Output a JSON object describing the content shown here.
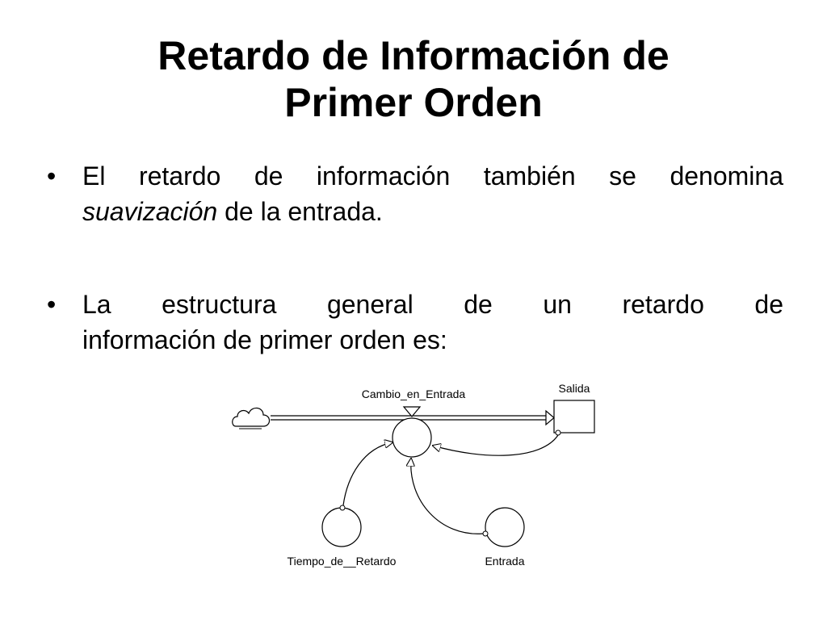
{
  "slide": {
    "title_line1": "Retardo de Información de",
    "title_line2": "Primer Orden",
    "bullets": [
      {
        "marker": "•",
        "line1_before": "El retardo de información también se denomina",
        "italic": "suavización",
        "after": " de la entrada."
      },
      {
        "marker": "•",
        "line1": "La estructura general de un retardo de",
        "line2": "información de primer orden es:"
      }
    ]
  },
  "diagram": {
    "flow_label": "Cambio_en_Entrada",
    "stock_label": "Salida",
    "delay_label": "Tiempo_de__Retardo",
    "input_label": "Entrada",
    "source_icon": "cloud-icon"
  }
}
